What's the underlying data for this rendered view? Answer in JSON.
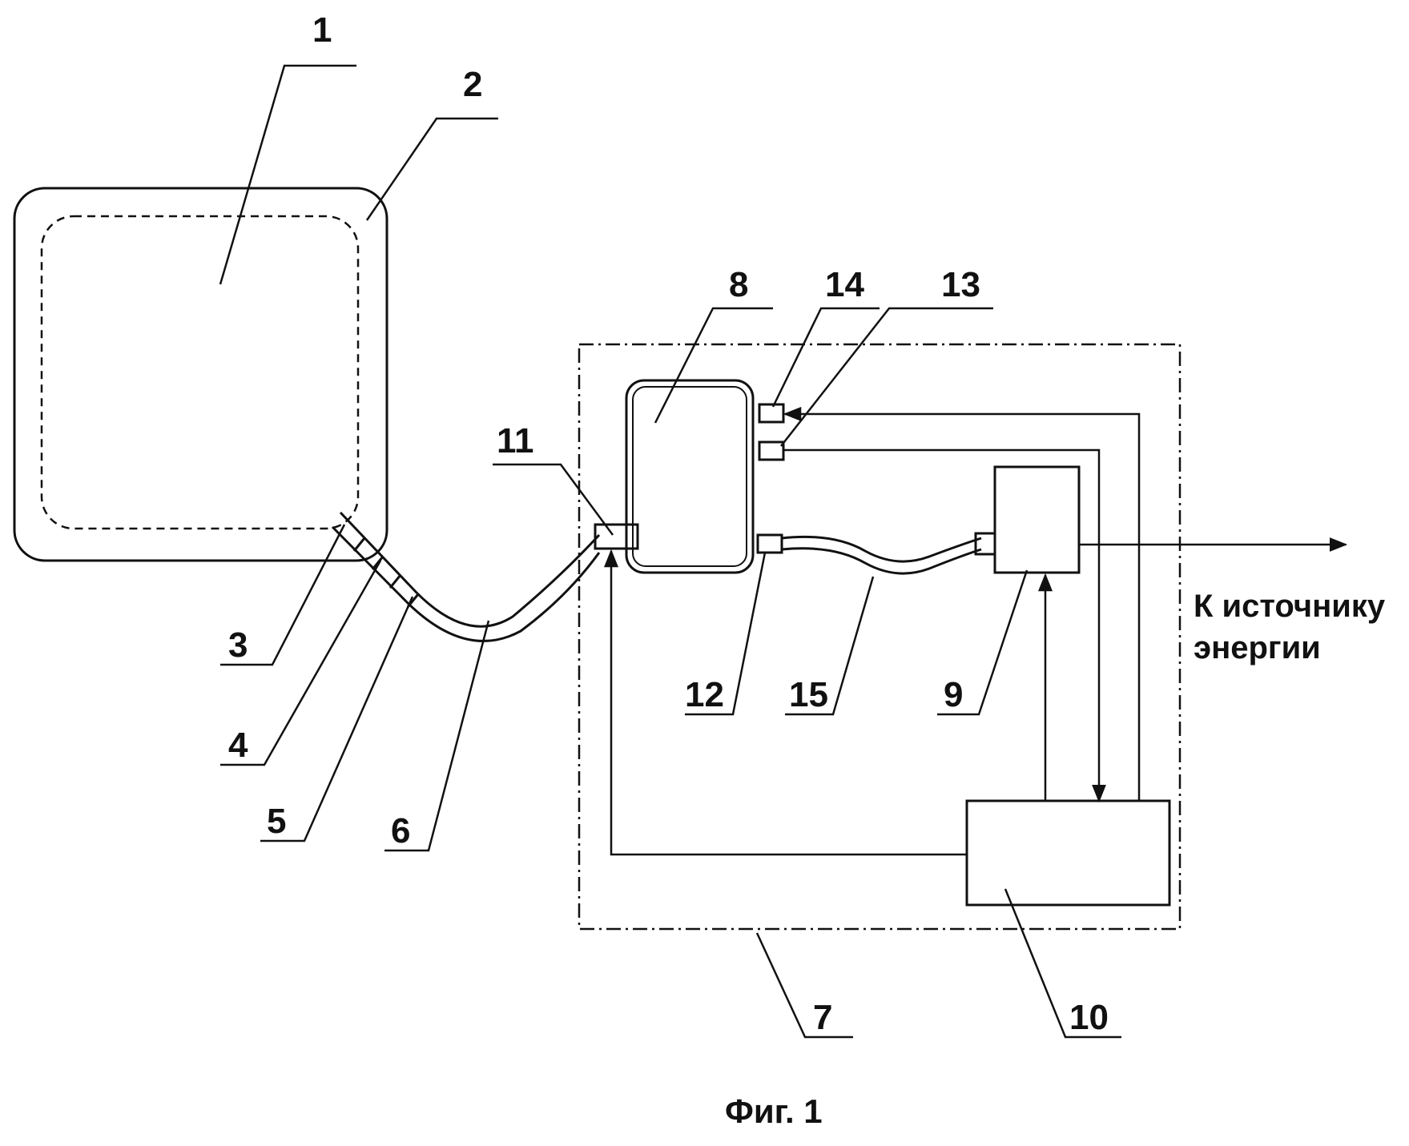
{
  "labels": {
    "l1": "1",
    "l2": "2",
    "l3": "3",
    "l4": "4",
    "l5": "5",
    "l6": "6",
    "l7": "7",
    "l8": "8",
    "l9": "9",
    "l10": "10",
    "l11": "11",
    "l12": "12",
    "l13": "13",
    "l14": "14",
    "l15": "15"
  },
  "energy_text_line1": "К источнику",
  "energy_text_line2": "энергии",
  "caption": "Фиг. 1"
}
